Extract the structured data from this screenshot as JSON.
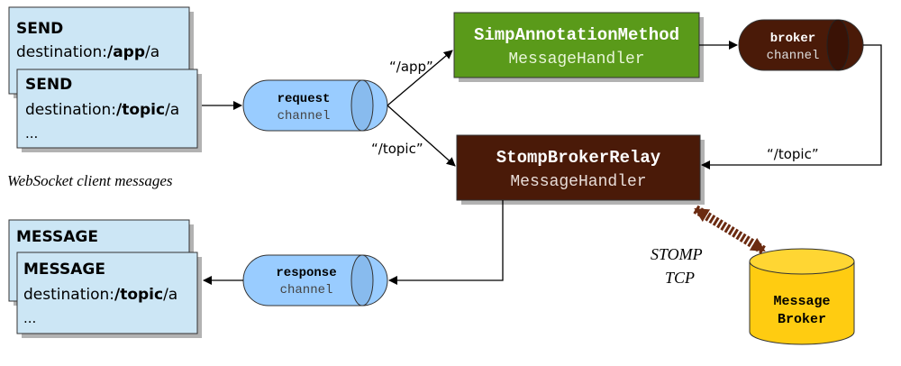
{
  "clients": {
    "send_card_1": {
      "title": "SEND",
      "dest_prefix": "destination:",
      "dest_bold": "/app",
      "dest_suffix": "/a"
    },
    "send_card_2": {
      "title": "SEND",
      "dest_prefix": "destination:",
      "dest_bold": "/topic",
      "dest_suffix": "/a",
      "ellipsis": "..."
    },
    "caption": "WebSocket client messages",
    "message_card_1": {
      "title": "MESSAGE"
    },
    "message_card_2": {
      "title": "MESSAGE",
      "dest_prefix": "destination:",
      "dest_bold": "/topic",
      "dest_suffix": "/a",
      "ellipsis": "..."
    }
  },
  "channels": {
    "request": {
      "line1": "request",
      "line2": "channel",
      "color": "#99ccff"
    },
    "response": {
      "line1": "response",
      "line2": "channel",
      "color": "#99ccff"
    },
    "broker": {
      "line1": "broker",
      "line2": "channel",
      "color": "#4a1a08"
    }
  },
  "handlers": {
    "simp": {
      "line1": "SimpAnnotationMethod",
      "line2": "MessageHandler",
      "color": "#5a9a1a"
    },
    "relay": {
      "line1": "StompBrokerRelay",
      "line2": "MessageHandler",
      "color": "#4a1a08"
    }
  },
  "edge_labels": {
    "app": "“/app”",
    "topic_left": "“/topic”",
    "topic_right": "“/topic”",
    "stomp": "STOMP",
    "tcp": "TCP"
  },
  "message_broker": {
    "line1": "Message",
    "line2": "Broker",
    "color": "#ffcc11"
  }
}
